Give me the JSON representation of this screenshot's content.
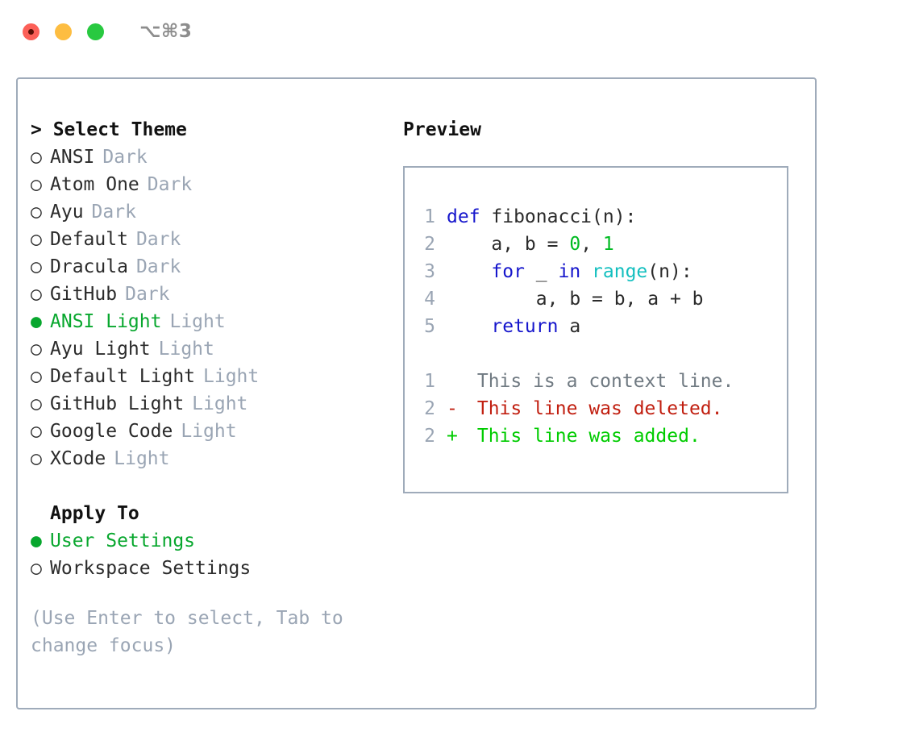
{
  "window": {
    "shortcut": "⌥⌘3",
    "traffic_lights": [
      "close-dot",
      "minimize-dot",
      "maximize-dot"
    ],
    "colors": {
      "close": "#fc6058",
      "minimize": "#fdbd41",
      "maximize": "#28c940",
      "border": "#9fabba",
      "accent_green": "#08a72e",
      "muted": "#9aa5b4",
      "keyword_blue": "#1616cc",
      "number_green": "#00bb22",
      "builtin_cyan": "#13bfbf",
      "diff_delete_red": "#c11f10",
      "diff_add_green": "#00cc00"
    }
  },
  "theme_panel": {
    "header": "> Select Theme",
    "bullet_selected": "●",
    "bullet_unselected": "○",
    "themes": [
      {
        "name": "ANSI",
        "kind": "Dark",
        "selected": false
      },
      {
        "name": "Atom One",
        "kind": "Dark",
        "selected": false
      },
      {
        "name": "Ayu",
        "kind": "Dark",
        "selected": false
      },
      {
        "name": "Default",
        "kind": "Dark",
        "selected": false
      },
      {
        "name": "Dracula",
        "kind": "Dark",
        "selected": false
      },
      {
        "name": "GitHub",
        "kind": "Dark",
        "selected": false
      },
      {
        "name": "ANSI Light",
        "kind": "Light",
        "selected": true
      },
      {
        "name": "Ayu Light",
        "kind": "Light",
        "selected": false
      },
      {
        "name": "Default Light",
        "kind": "Light",
        "selected": false
      },
      {
        "name": "GitHub Light",
        "kind": "Light",
        "selected": false
      },
      {
        "name": "Google Code",
        "kind": "Light",
        "selected": false
      },
      {
        "name": "XCode",
        "kind": "Light",
        "selected": false
      }
    ]
  },
  "apply_to": {
    "header": "Apply To",
    "options": [
      {
        "label": "User Settings",
        "selected": true
      },
      {
        "label": "Workspace Settings",
        "selected": false
      }
    ]
  },
  "hint": "(Use Enter to select, Tab to change focus)",
  "preview": {
    "title": "Preview",
    "code_lines": [
      {
        "no": "1",
        "tokens": [
          {
            "t": "def",
            "c": "kw"
          },
          {
            "t": " fibonacci(n):",
            "c": "plain"
          }
        ]
      },
      {
        "no": "2",
        "tokens": [
          {
            "t": "    a, b = ",
            "c": "plain"
          },
          {
            "t": "0",
            "c": "num"
          },
          {
            "t": ", ",
            "c": "plain"
          },
          {
            "t": "1",
            "c": "num"
          }
        ]
      },
      {
        "no": "3",
        "tokens": [
          {
            "t": "    ",
            "c": "plain"
          },
          {
            "t": "for",
            "c": "kw"
          },
          {
            "t": " _ ",
            "c": "plain"
          },
          {
            "t": "in",
            "c": "kw"
          },
          {
            "t": " ",
            "c": "plain"
          },
          {
            "t": "range",
            "c": "built"
          },
          {
            "t": "(n):",
            "c": "plain"
          }
        ]
      },
      {
        "no": "4",
        "tokens": [
          {
            "t": "        a, b = b, a + b",
            "c": "plain"
          }
        ]
      },
      {
        "no": "5",
        "tokens": [
          {
            "t": "    ",
            "c": "plain"
          },
          {
            "t": "return",
            "c": "kw"
          },
          {
            "t": " a",
            "c": "plain"
          }
        ]
      }
    ],
    "diff_lines": [
      {
        "no": "1",
        "mark": " ",
        "text": " This is a context line.",
        "kind": "ctx"
      },
      {
        "no": "2",
        "mark": "-",
        "text": " This line was deleted.",
        "kind": "del"
      },
      {
        "no": "2",
        "mark": "+",
        "text": " This line was added.",
        "kind": "add"
      }
    ]
  }
}
